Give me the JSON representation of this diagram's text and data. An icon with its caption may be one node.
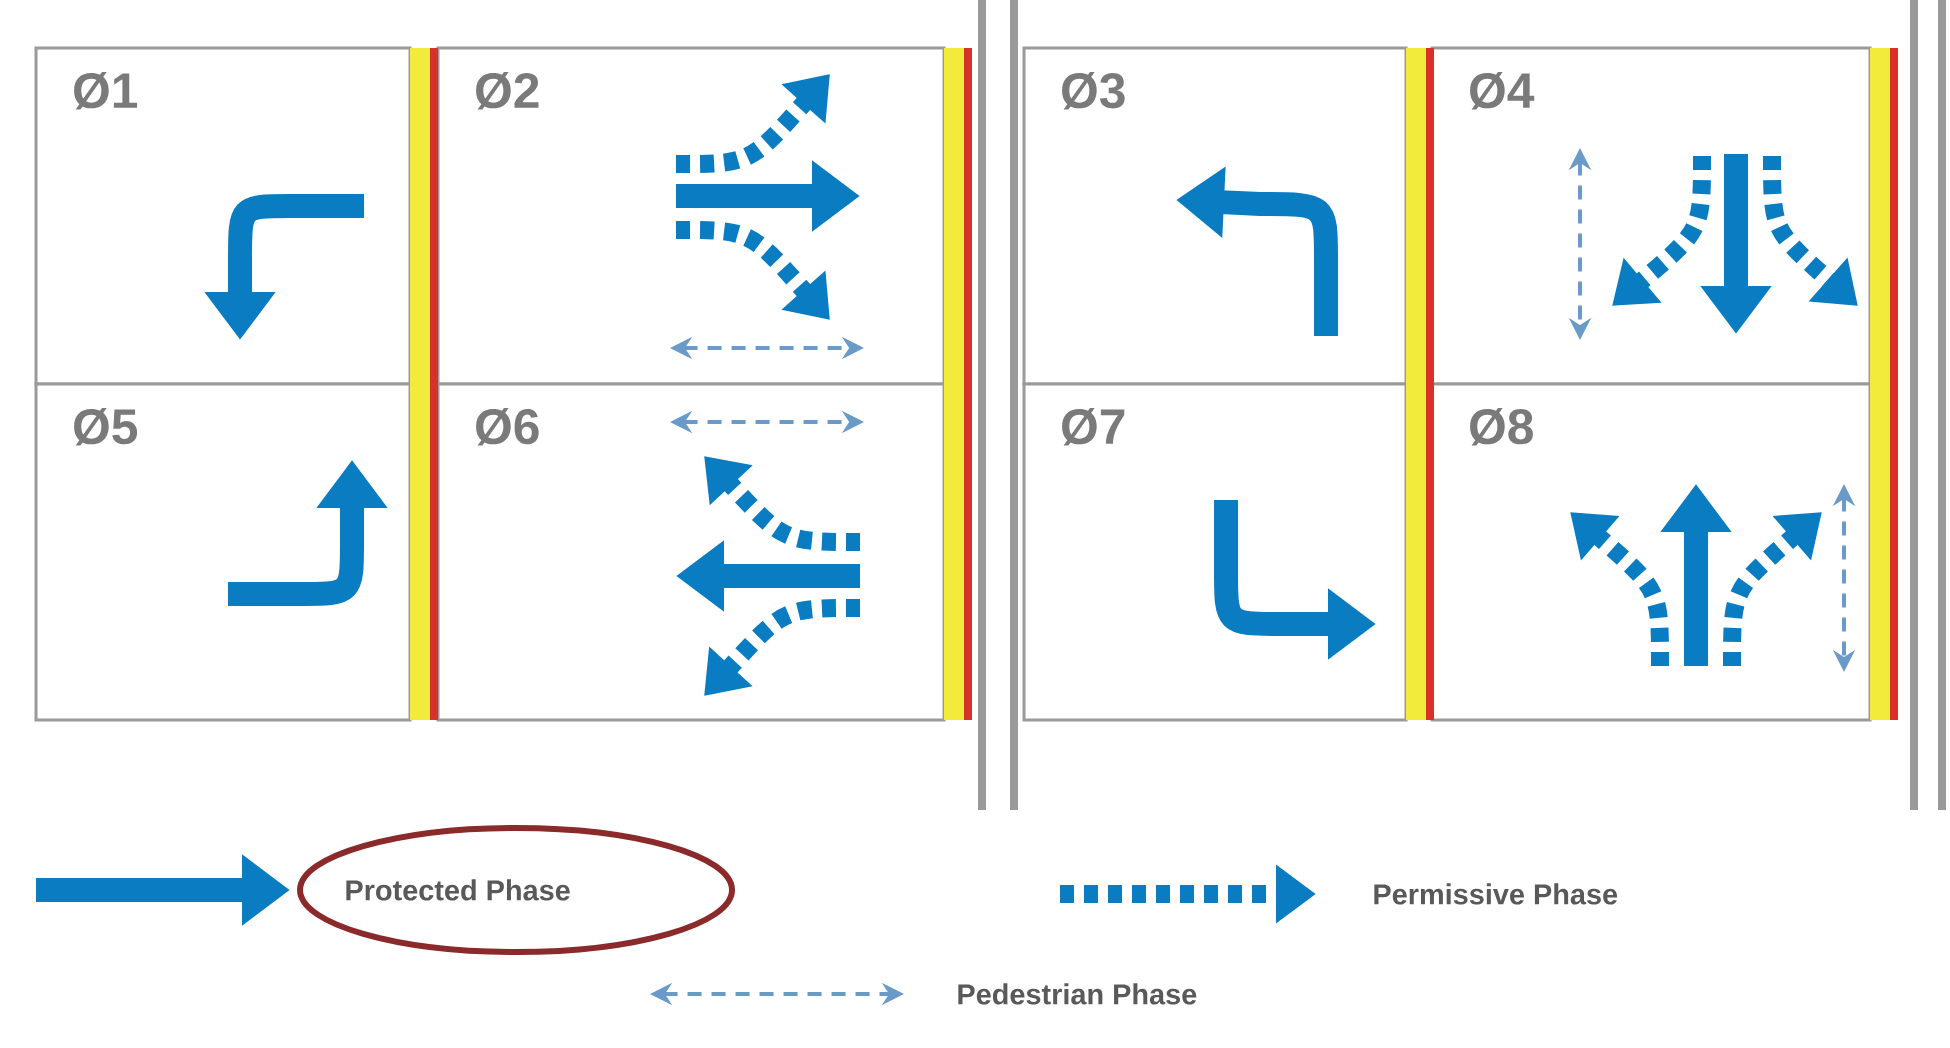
{
  "diagram": {
    "nodes": [
      {
        "text": [
          "Ø1"
        ]
      },
      {
        "text": [
          "Ø2"
        ]
      },
      {
        "text": [
          "Ø3"
        ]
      },
      {
        "text": [
          "Ø4"
        ]
      },
      {
        "text": [
          "Ø5"
        ]
      },
      {
        "text": [
          "Ø6"
        ]
      },
      {
        "text": [
          "Ø7"
        ]
      },
      {
        "text": [
          "Ø8"
        ]
      }
    ],
    "legend": [
      {
        "text": "Protected Phase"
      },
      {
        "text": "Permissive Phase"
      },
      {
        "text": "Pedestrian Phase"
      }
    ]
  }
}
